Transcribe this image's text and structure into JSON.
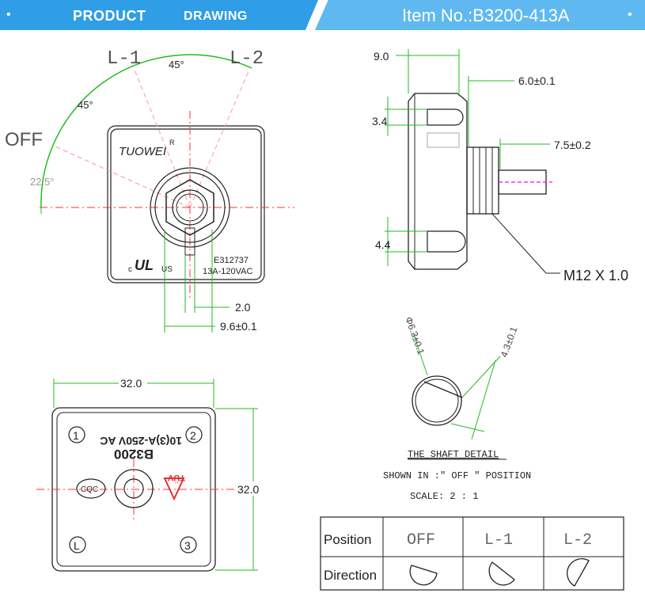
{
  "header": {
    "left_title": "PRODUCT",
    "left_subtitle": "DRAWING",
    "item_number": "Item No.:B3200-413A",
    "bullet": "•"
  },
  "front_view": {
    "angle_labels": {
      "pos1": "L-1",
      "pos2": "L-2",
      "off": "OFF"
    },
    "angles": {
      "a1": "45°",
      "a2": "45°",
      "a3": "22.5°"
    },
    "brand": "TUOWEI",
    "brand_mark": "R",
    "cert_code": "E312737",
    "rating": "13A-120VAC",
    "ul_c": "c",
    "ul_us": "US",
    "ul_mark": "UL",
    "dim_slot": "2.0",
    "dim_flat": "9.6±0.1"
  },
  "side_view": {
    "dim_body": "9.0",
    "dim_thread": "6.0±0.1",
    "dim_shaft": "7.5±0.2",
    "dim_top_hole": "3.4",
    "dim_bottom_hole": "4.4",
    "thread_spec": "M12 X 1.0"
  },
  "shaft_detail": {
    "dim_diameter": "Φ6.3±0.1",
    "dim_flat": "4.3±0.1",
    "title": "THE SHAFT DETAIL",
    "shown_in": "SHOWN IN :\" OFF \" POSITION",
    "scale": "SCALE:  2 : 1"
  },
  "back_view": {
    "dim_width": "32.0",
    "dim_height": "32.0",
    "rating": "10(3)A-250V AC",
    "model": "B3200",
    "terminals": [
      "1",
      "2",
      "L",
      "3"
    ],
    "cqc": "CQC",
    "tuv": "TÜV"
  },
  "position_table": {
    "row_header_1": "Position",
    "row_header_2": "Direction",
    "positions": [
      "OFF",
      "L-1",
      "L-2"
    ]
  },
  "colors": {
    "header_dark": "#2f9ee6",
    "header_light": "#5fb9f0",
    "dimension_green": "#22bb22",
    "center_red": "#ff3333",
    "shaft_magenta": "#ff00ff",
    "tuv_red": "#e23232"
  }
}
